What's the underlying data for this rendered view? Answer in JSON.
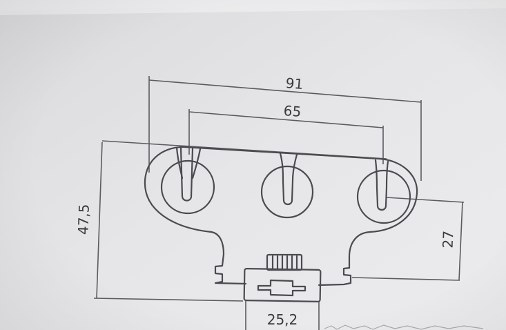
{
  "dimensions": {
    "overall_width": "91",
    "pin_spacing": "65",
    "overall_height": "47,5",
    "pin_to_base": "27",
    "base_width": "25,2"
  }
}
